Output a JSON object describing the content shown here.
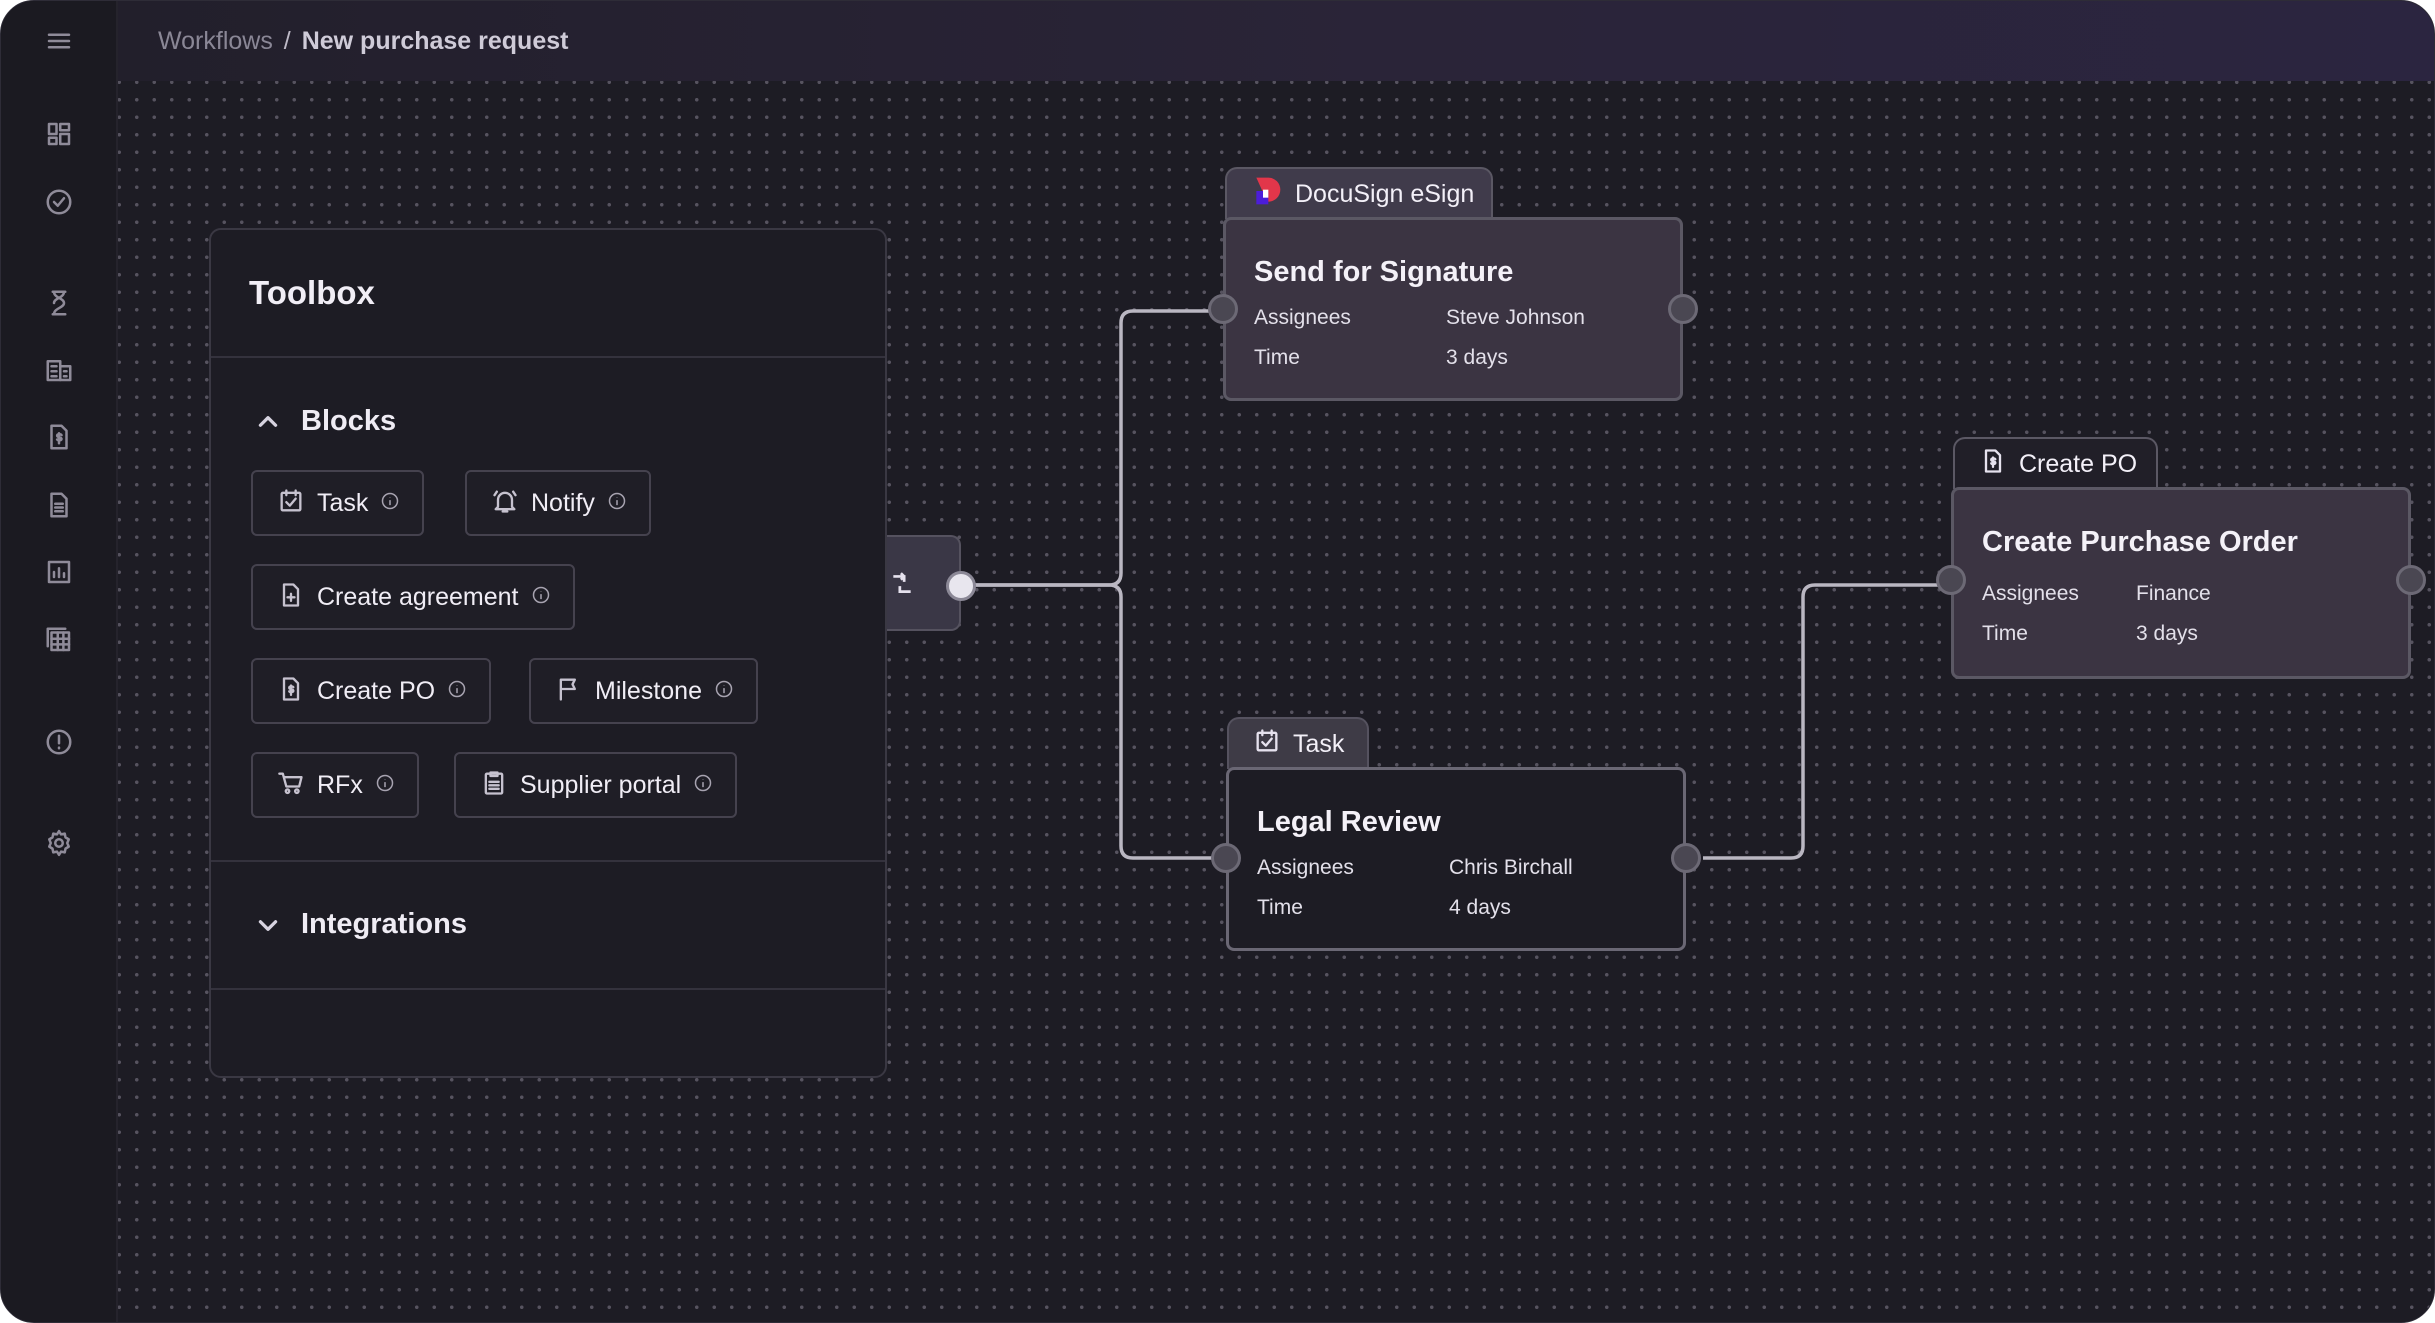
{
  "breadcrumb": {
    "parent": "Workflows",
    "separator": "/",
    "current": "New purchase request"
  },
  "sidebar": {
    "items": [
      {
        "icon": "menu-icon"
      },
      {
        "icon": "dashboard-icon"
      },
      {
        "icon": "check-circle-icon"
      },
      {
        "icon": "hourglass-icon"
      },
      {
        "icon": "building-icon"
      },
      {
        "icon": "invoice-icon"
      },
      {
        "icon": "document-icon"
      },
      {
        "icon": "report-chart-icon"
      },
      {
        "icon": "table-icon"
      },
      {
        "icon": "alert-icon"
      },
      {
        "icon": "gear-icon"
      }
    ]
  },
  "toolbox": {
    "title": "Toolbox",
    "blocks_label": "Blocks",
    "integrations_label": "Integrations",
    "blocks": [
      {
        "label": "Task",
        "icon": "task-check-icon"
      },
      {
        "label": "Notify",
        "icon": "bell-icon"
      },
      {
        "label": "Create agreement",
        "icon": "add-document-icon"
      },
      {
        "label": "Create PO",
        "icon": "po-document-icon"
      },
      {
        "label": "Milestone",
        "icon": "flag-icon"
      },
      {
        "label": "RFx",
        "icon": "cart-icon"
      },
      {
        "label": "Supplier portal",
        "icon": "clipboard-icon"
      }
    ]
  },
  "nodes": {
    "signature": {
      "tab": "DocuSign eSign",
      "title": "Send for Signature",
      "assignees_label": "Assignees",
      "assignees": "Steve Johnson",
      "time_label": "Time",
      "time": "3 days"
    },
    "legal": {
      "tab": "Task",
      "title": "Legal Review",
      "assignees_label": "Assignees",
      "assignees": "Chris Birchall",
      "time_label": "Time",
      "time": "4 days"
    },
    "po": {
      "tab": "Create PO",
      "title": "Create Purchase Order",
      "assignees_label": "Assignees",
      "assignees": "Finance",
      "time_label": "Time",
      "time": "3 days"
    }
  },
  "colors": {
    "docusign_brand": "#e2364a",
    "docusign_accent": "#4c1dd9"
  }
}
